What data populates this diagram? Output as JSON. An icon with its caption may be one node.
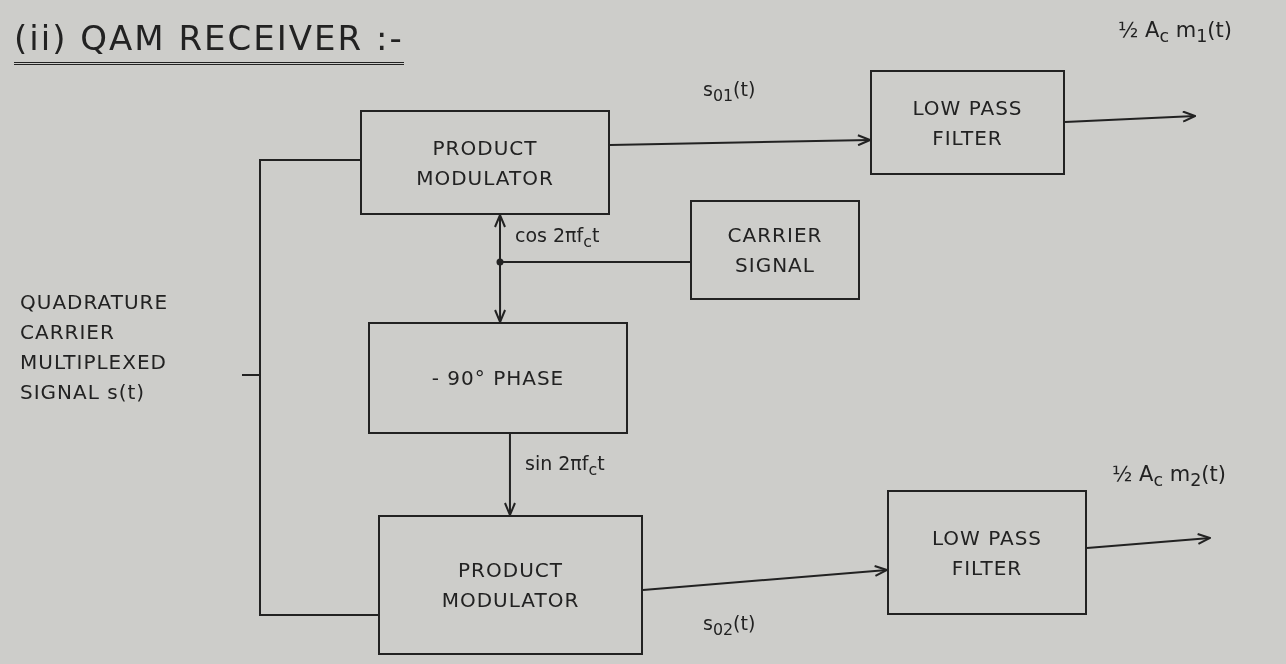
{
  "diagram": {
    "title": "(ii) QAM RECEIVER :-",
    "nodes": [
      {
        "text": [
          "PRODUCT MODULATOR"
        ]
      },
      {
        "text": [
          "LOW PASS FILTER"
        ]
      },
      {
        "text": [
          "CARRIER SIGNAL"
        ]
      },
      {
        "text": [
          "- 90° PHASE"
        ]
      },
      {
        "text": [
          "PRODUCT MODULATOR"
        ]
      },
      {
        "text": [
          "LOW PASS FILTER"
        ]
      },
      {
        "text": [
          "QUADRATURE CARRIER MULTIPLEXED SIGNAL s(t)"
        ]
      }
    ],
    "edges": [
      {
        "from": 6,
        "to": 0,
        "arrow": "none"
      },
      {
        "from": 6,
        "to": 4,
        "arrow": "none"
      },
      {
        "from": 0,
        "to": 1,
        "arrow": "to",
        "label": "s$_{01}$(t)"
      },
      {
        "from": 1,
        "to": null,
        "arrow": "to"
      },
      {
        "from": 2,
        "to": 0,
        "arrow": "to",
        "label": "cos 2πf$_{c}$t"
      },
      {
        "from": 2,
        "to": 3,
        "arrow": "to"
      },
      {
        "from": 3,
        "to": 4,
        "arrow": "to",
        "label": "sin 2πf$_{c}$t"
      },
      {
        "from": 4,
        "to": 5,
        "arrow": "to",
        "label": "s$_{02}$(t)"
      },
      {
        "from": 5,
        "to": null,
        "arrow": "to"
      }
    ],
    "labels": [
      "½ A$_{c}$ m$_{1}$(t)",
      "½ A$_{c}$ m$_{2}$(t)"
    ]
  }
}
